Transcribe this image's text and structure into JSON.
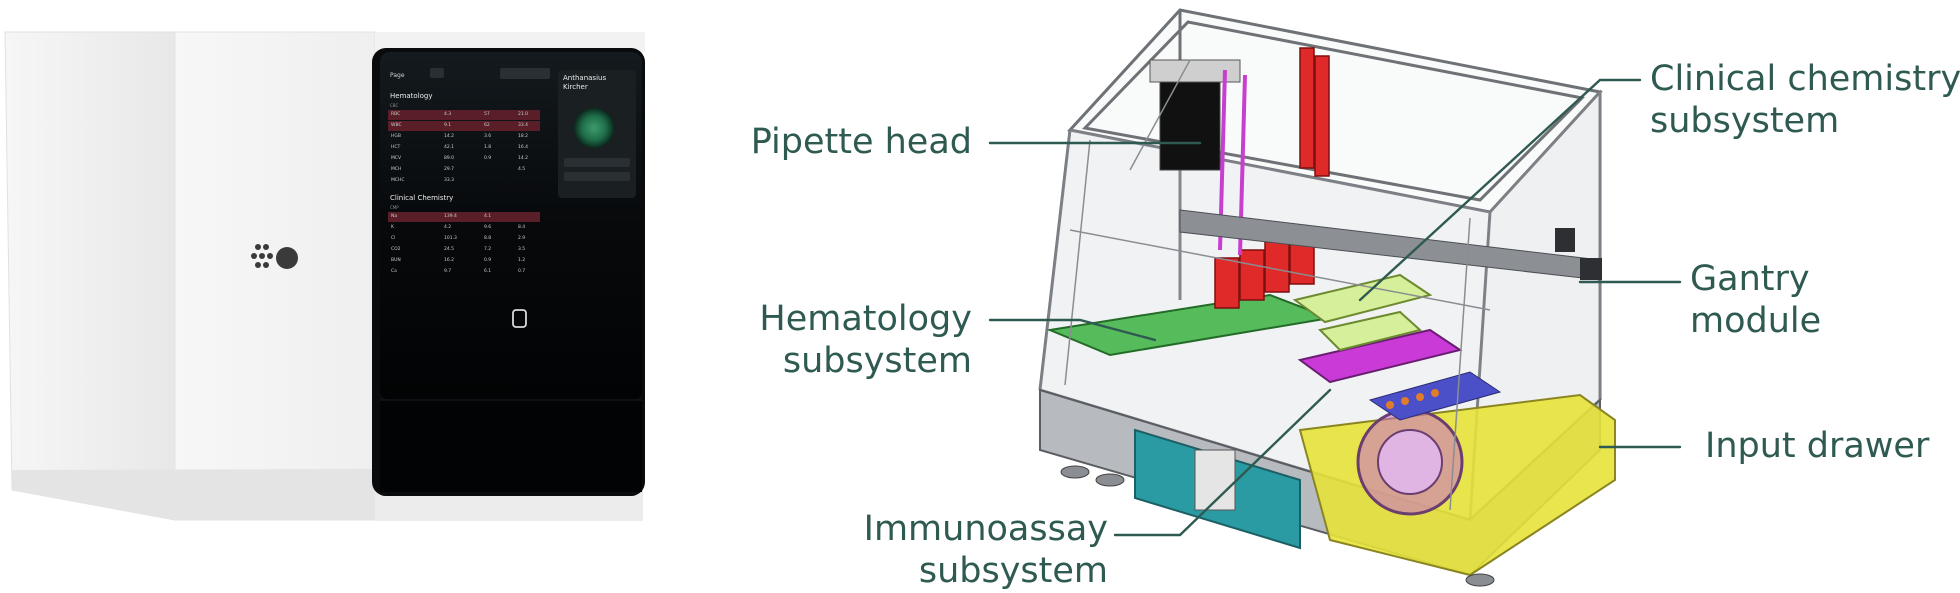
{
  "colors": {
    "label_text": "#2f5a52",
    "leader_line": "#2f5a52",
    "device_shell": "#f1f1f1",
    "screen_bg": "#050608",
    "highlight_red": "#7a2430",
    "accent_green": "#1f6e4a"
  },
  "device": {
    "logo_icon": "device-logo-icon",
    "screen": {
      "page_label": "Page",
      "page_field": "",
      "top_button": "",
      "patient_name_line1": "Anthanasius",
      "patient_name_line2": "Kircher",
      "section_hematology": "Hematology",
      "hematology_sub": "CBC",
      "hematology_rows": [
        {
          "name": "RBC",
          "val1": "4.3",
          "val2": "57",
          "val3": "21.0"
        },
        {
          "name": "WBC",
          "val1": "9.1",
          "val2": "62",
          "val3": "33.4"
        },
        {
          "name": "HGB",
          "val1": "14.2",
          "val2": "3.6",
          "val3": "18.2"
        },
        {
          "name": "HCT",
          "val1": "42.1",
          "val2": "1.8",
          "val3": "16.4"
        },
        {
          "name": "MCV",
          "val1": "89.0",
          "val2": "0.9",
          "val3": "14.2"
        },
        {
          "name": "MCH",
          "val1": "29.7",
          "val2": "",
          "val3": "4.5"
        },
        {
          "name": "MCHC",
          "val1": "33.3",
          "val2": "",
          "val3": ""
        }
      ],
      "section_chemistry": "Clinical Chemistry",
      "chemistry_sub": "CMP",
      "chemistry_rows": [
        {
          "name": "Na",
          "val1": "139.4",
          "val2": "4.1",
          "val3": ""
        },
        {
          "name": "K",
          "val1": "4.2",
          "val2": "9.6",
          "val3": "8.4"
        },
        {
          "name": "Cl",
          "val1": "101.3",
          "val2": "8.8",
          "val3": "2.9"
        },
        {
          "name": "CO2",
          "val1": "24.5",
          "val2": "7.2",
          "val3": "3.5"
        },
        {
          "name": "BUN",
          "val1": "16.2",
          "val2": "0.9",
          "val3": "1.2"
        },
        {
          "name": "Ca",
          "val1": "9.7",
          "val2": "6.1",
          "val3": "0.7"
        }
      ],
      "side_buttons": [
        "",
        ""
      ],
      "home_icon": "home-button-icon"
    }
  },
  "labels": {
    "pipette_head": "Pipette head",
    "hematology": [
      "Hematology",
      "subsystem"
    ],
    "immunoassay": [
      "Immunoassay",
      "subsystem"
    ],
    "clinical_chemistry": [
      "Clinical chemistry",
      "subsystem"
    ],
    "gantry": [
      "Gantry",
      "module"
    ],
    "input_drawer": "Input drawer"
  }
}
